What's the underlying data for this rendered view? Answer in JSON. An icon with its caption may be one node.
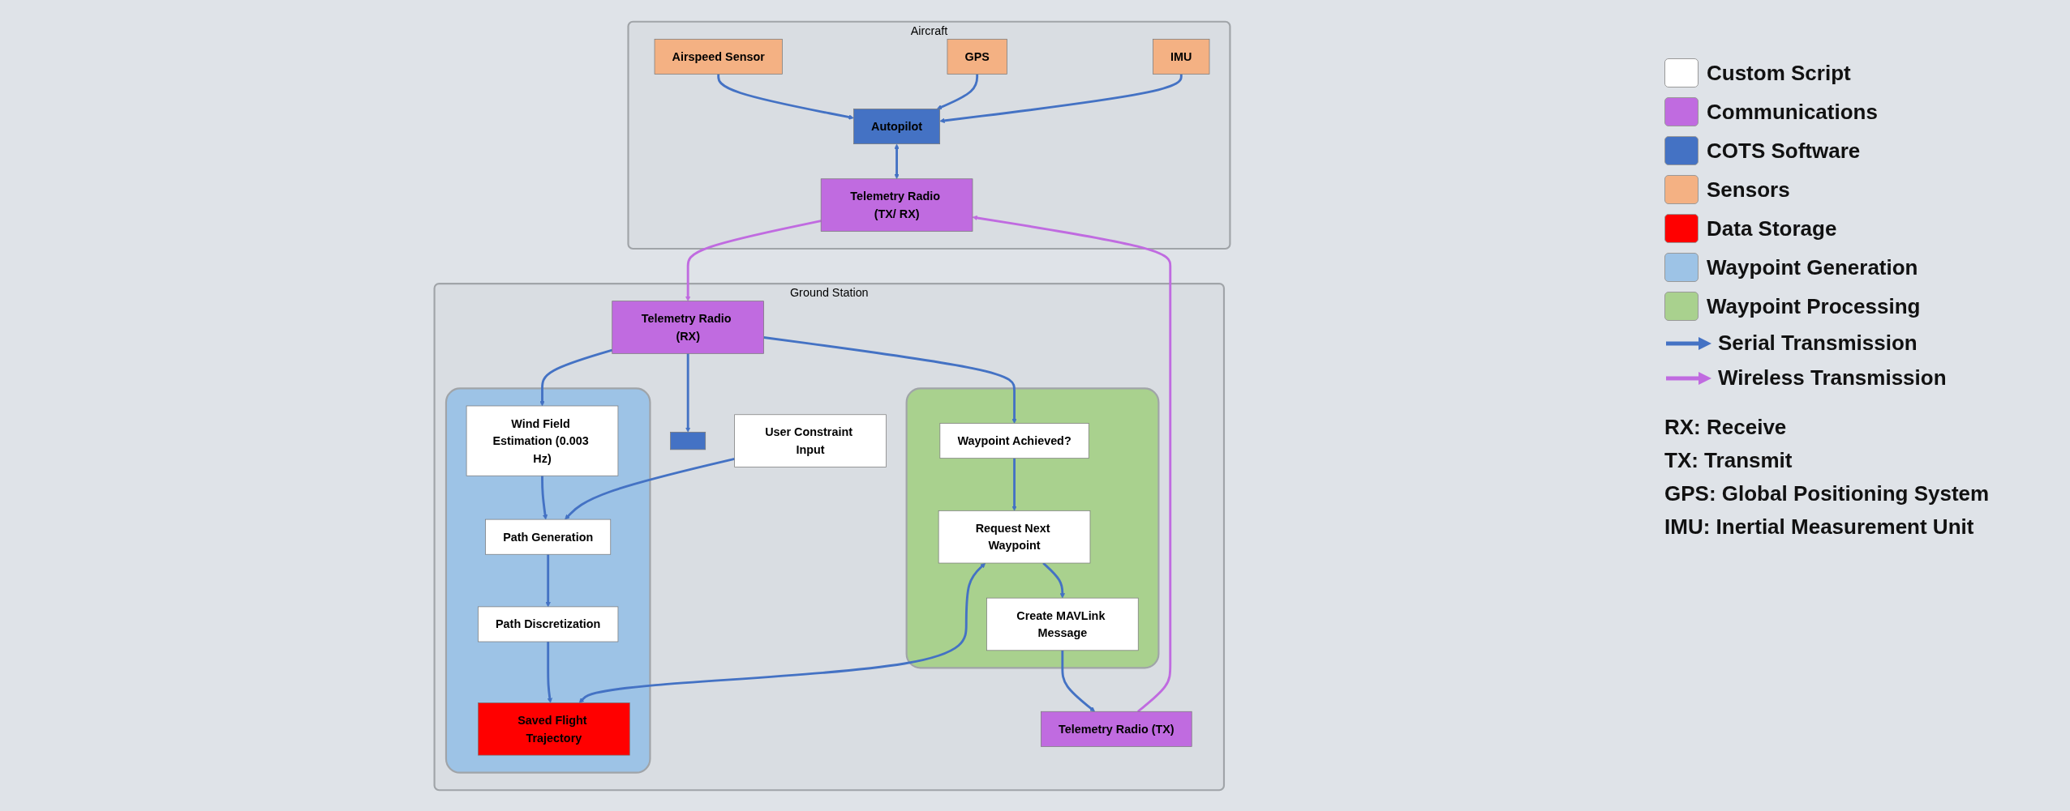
{
  "diagram": {
    "nodes": [
      {
        "text": [
          "Aircraft"
        ]
      },
      {
        "text": [
          "Airspeed Sensor"
        ],
        "in": 0
      },
      {
        "text": [
          "GPS"
        ],
        "in": 0
      },
      {
        "text": [
          "IMU"
        ],
        "in": 0
      },
      {
        "text": [
          "Autopilot"
        ],
        "in": 0
      },
      {
        "text": [
          "Telemetry Radio (TX/ RX)"
        ],
        "in": 0
      },
      {
        "text": [
          "Ground Station"
        ]
      },
      {
        "text": [
          "Telemetry Radio (RX)"
        ],
        "in": 6
      },
      {
        "text": [
          "Telemetry Radio (TX)"
        ],
        "in": 6
      },
      {
        "text": [],
        "shape": "box",
        "in": 6
      },
      {
        "text": [],
        "shape": "box",
        "in": 6
      },
      {
        "text": [
          "Wind Field Estimation (0.003 Hz)"
        ],
        "in": 10
      },
      {
        "text": [
          "Path Generation"
        ],
        "in": 10
      },
      {
        "text": [
          "Path Discretization"
        ],
        "in": 10
      },
      {
        "text": [
          "Saved Flight Trajectory"
        ],
        "in": 10
      },
      {
        "text": [
          "User Constraint Input"
        ],
        "in": 6
      },
      {
        "text": [],
        "shape": "box",
        "in": 6
      },
      {
        "text": [
          "Create MAVLink Message"
        ],
        "in": 16
      },
      {
        "text": [
          "Waypoint Achieved?"
        ],
        "in": 16
      },
      {
        "text": [
          "Request Next Waypoint"
        ],
        "in": 16
      }
    ],
    "edges": [
      {
        "from": 1,
        "to": 4,
        "arrow": "to"
      },
      {
        "from": 2,
        "to": 4,
        "arrow": "to"
      },
      {
        "from": 3,
        "to": 4,
        "arrow": "to"
      },
      {
        "from": 4,
        "to": 5,
        "arrow": "both"
      },
      {
        "from": 5,
        "to": 7,
        "arrow": "to",
        "color": "#c06be0"
      },
      {
        "from": 8,
        "to": 5,
        "arrow": "to",
        "color": "#c06be0"
      },
      {
        "from": 7,
        "to": 11,
        "arrow": "to"
      },
      {
        "from": 7,
        "to": 9,
        "arrow": "to"
      },
      {
        "from": 7,
        "to": 18,
        "arrow": "to"
      },
      {
        "from": 11,
        "to": 12,
        "arrow": "to"
      },
      {
        "from": 15,
        "to": 12,
        "arrow": "to"
      },
      {
        "from": 12,
        "to": 13,
        "arrow": "to"
      },
      {
        "from": 13,
        "to": 14,
        "arrow": "to"
      },
      {
        "from": 18,
        "to": 19,
        "arrow": "to"
      },
      {
        "from": 19,
        "to": 14,
        "arrow": "both"
      },
      {
        "from": 19,
        "to": 17,
        "arrow": "to"
      },
      {
        "from": 17,
        "to": 8,
        "arrow": "to"
      }
    ],
    "labels": [
      "RX: Receive",
      "TX: Transmit",
      "GPS: Global Positioning System",
      "IMU: Inertial Measurement Unit"
    ],
    "legend": [
      {
        "text": "Custom Script",
        "color": "#ffffff"
      },
      {
        "text": "Communications",
        "color": "#c06be0"
      },
      {
        "text": "COTS Software",
        "color": "#4472c4"
      },
      {
        "text": "Sensors",
        "color": "#f4b183"
      },
      {
        "text": "Data Storage",
        "color": "#ff0000"
      },
      {
        "text": "Waypoint Generation",
        "color": "#9dc3e6"
      },
      {
        "text": "Waypoint Processing",
        "color": "#a9d18e"
      },
      {
        "text": "Serial Transmission"
      },
      {
        "text": "Wireless Transmission"
      }
    ]
  }
}
